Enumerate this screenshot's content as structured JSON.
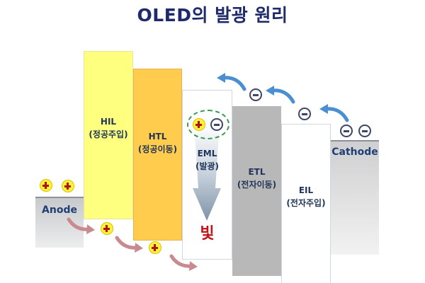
{
  "title": "OLED의 발광 원리",
  "layers": [
    {
      "id": "anode",
      "name": "Anode",
      "sub": "",
      "color": "#c8c9cc"
    },
    {
      "id": "hil",
      "name": "HIL",
      "sub": "(정공주입)",
      "color": "#ffff7f"
    },
    {
      "id": "htl",
      "name": "HTL",
      "sub": "(정공이동)",
      "color": "#ffcc4d"
    },
    {
      "id": "eml",
      "name": "EML",
      "sub": "(발광)",
      "color": "#ffffff"
    },
    {
      "id": "etl",
      "name": "ETL",
      "sub": "(전자이동)",
      "color": "#b8b8b8"
    },
    {
      "id": "eil",
      "name": "EIL",
      "sub": "(전자주입)",
      "color": "#ffffff"
    },
    {
      "id": "cathode",
      "name": "Cathode",
      "sub": "",
      "color": "#cfcfd1"
    }
  ],
  "light_label": "빛",
  "carriers": {
    "hole_symbol": "+",
    "electron_symbol": "−",
    "hole_color": "#fff23a",
    "electron_color": "#3d4766"
  },
  "arrows": {
    "hole_arrow_color": "#c98a8f",
    "electron_arrow_color": "#4a8fd1"
  }
}
